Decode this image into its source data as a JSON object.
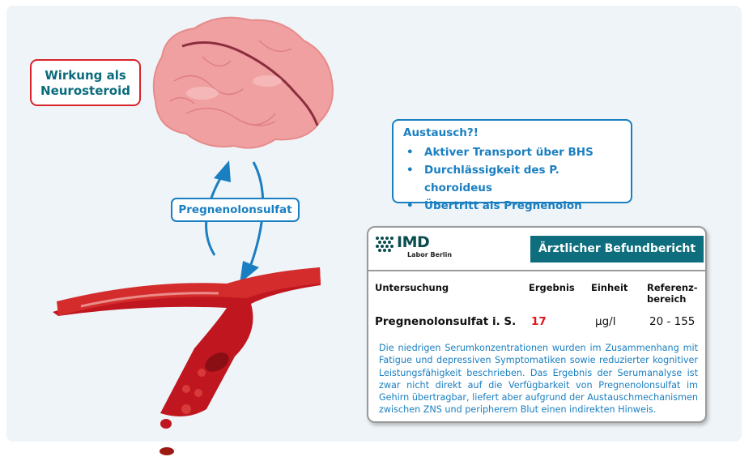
{
  "labels": {
    "wirkung_line1": "Wirkung als",
    "wirkung_line2": "Neurosteroid",
    "molecule": "Pregnenolonsulfat"
  },
  "austausch": {
    "title": "Austausch?!",
    "items": [
      "Aktiver Transport über BHS",
      "Durchlässigkeit des P. choroideus",
      "Übertritt als Pregnenolon"
    ]
  },
  "report": {
    "logo_text": "IMD",
    "logo_sub": "Labor Berlin",
    "banner": "Ärztlicher Befundbericht",
    "headers": {
      "test": "Untersuchung",
      "result": "Ergebnis",
      "unit": "Einheit",
      "ref_line1": "Referenz-",
      "ref_line2": "bereich"
    },
    "row": {
      "test": "Pregnenolonsulfat i. S.",
      "result": "17",
      "unit": "µg/l",
      "ref": "20 - 155"
    },
    "note": "Die niedrigen Serumkonzentrationen wurden im Zusammenhang mit Fatigue und depressiven Symptomatiken sowie reduzierter kognitiver Leistungsfähigkeit beschrieben. Das Ergebnis der Serumanalyse ist zwar nicht direkt auf die Verfügbarkeit von Pregnenolonsulfat im Gehirn übertragbar, liefert aber aufgrund der Austauschmechanismen zwischen ZNS und peripherem Blut einen indirekten Hinweis."
  },
  "colors": {
    "accent": "#1a7fc1",
    "teal": "#0e6e7e",
    "alert": "#d8232a",
    "panel": "#eff4f8"
  }
}
